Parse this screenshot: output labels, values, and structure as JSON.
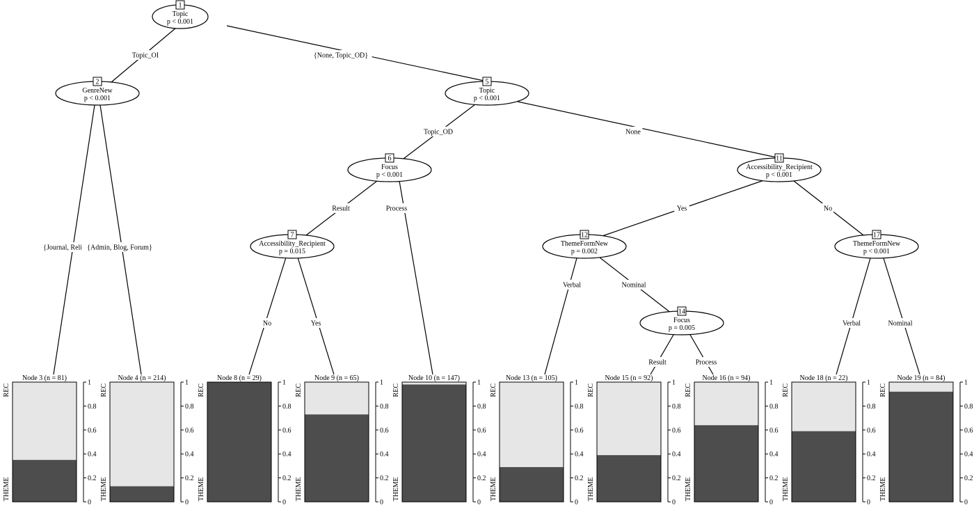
{
  "tree": {
    "inner_nodes": [
      {
        "id": "1",
        "variable": "Topic",
        "p": "p < 0.001"
      },
      {
        "id": "2",
        "variable": "GenreNew",
        "p": "p < 0.001"
      },
      {
        "id": "5",
        "variable": "Topic",
        "p": "p < 0.001"
      },
      {
        "id": "6",
        "variable": "Focus",
        "p": "p < 0.001"
      },
      {
        "id": "7",
        "variable": "Accessibility_Recipient",
        "p": "p = 0.015"
      },
      {
        "id": "11",
        "variable": "Accessibility_Recipient",
        "p": "p < 0.001"
      },
      {
        "id": "12",
        "variable": "ThemeFormNew",
        "p": "p = 0.002"
      },
      {
        "id": "14",
        "variable": "Focus",
        "p": "p = 0.005"
      },
      {
        "id": "17",
        "variable": "ThemeFormNew",
        "p": "p < 0.001"
      }
    ],
    "edges": [
      {
        "from": "1",
        "to": "2",
        "label": "Topic_OI"
      },
      {
        "from": "1",
        "to": "5",
        "label": "{None, Topic_OD}"
      },
      {
        "from": "2",
        "to": "3",
        "label": "{Journal, Religi"
      },
      {
        "from": "2",
        "to": "4",
        "label": "{Admin, Blog, Forum}"
      },
      {
        "from": "5",
        "to": "6",
        "label": "Topic_OD"
      },
      {
        "from": "5",
        "to": "11",
        "label": "None"
      },
      {
        "from": "6",
        "to": "7",
        "label": "Result"
      },
      {
        "from": "6",
        "to": "10",
        "label": "Process"
      },
      {
        "from": "7",
        "to": "8",
        "label": "No"
      },
      {
        "from": "7",
        "to": "9",
        "label": "Yes"
      },
      {
        "from": "11",
        "to": "12",
        "label": "Yes"
      },
      {
        "from": "11",
        "to": "17",
        "label": "No"
      },
      {
        "from": "12",
        "to": "13",
        "label": "Verbal"
      },
      {
        "from": "12",
        "to": "14",
        "label": "Nominal"
      },
      {
        "from": "14",
        "to": "15",
        "label": "Result"
      },
      {
        "from": "14",
        "to": "16",
        "label": "Process"
      },
      {
        "from": "17",
        "to": "18",
        "label": "Verbal"
      },
      {
        "from": "17",
        "to": "19",
        "label": "Nominal"
      }
    ],
    "terminal_nodes": [
      {
        "id": "3",
        "title": "Node 3 (n = 81)",
        "theme": 0.35
      },
      {
        "id": "4",
        "title": "Node 4 (n = 214)",
        "theme": 0.13
      },
      {
        "id": "8",
        "title": "Node 8 (n = 29)",
        "theme": 1.0
      },
      {
        "id": "9",
        "title": "Node 9 (n = 65)",
        "theme": 0.73
      },
      {
        "id": "10",
        "title": "Node 10 (n = 147)",
        "theme": 0.98
      },
      {
        "id": "13",
        "title": "Node 13 (n = 105)",
        "theme": 0.29
      },
      {
        "id": "15",
        "title": "Node 15 (n = 92)",
        "theme": 0.39
      },
      {
        "id": "16",
        "title": "Node 16 (n = 94)",
        "theme": 0.64
      },
      {
        "id": "18",
        "title": "Node 18 (n = 22)",
        "theme": 0.59
      },
      {
        "id": "19",
        "title": "Node 19 (n = 84)",
        "theme": 0.92
      }
    ],
    "categories": {
      "top": "REC",
      "bottom": "THEME"
    },
    "y_ticks": [
      "0",
      "0.2",
      "0.4",
      "0.6",
      "0.8",
      "1"
    ],
    "colors": {
      "theme": "#4d4d4d",
      "rec": "#e6e6e6",
      "line": "#000000"
    }
  }
}
